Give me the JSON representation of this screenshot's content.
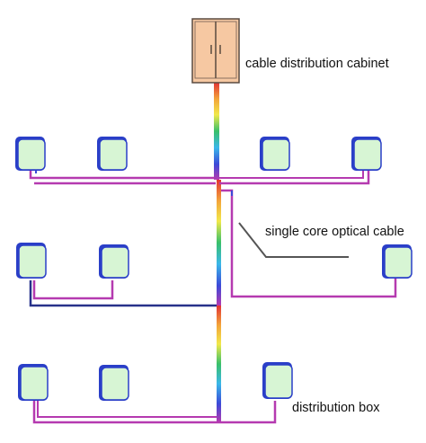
{
  "labels": {
    "cabinet": "cable distribution cabinet",
    "cable": "single core optical cable",
    "box": "distribution box"
  },
  "colors": {
    "background": "#ffffff",
    "cabinet_fill": "#f6c8a2",
    "cabinet_stroke": "#5a4a40",
    "box_fill": "#d7f5d4",
    "box_stroke": "#2a3fc8",
    "trunk_blue": "#27318a",
    "feeder_magenta": "#b53ab0",
    "fiber_gradient": [
      "#e23434",
      "#f3a53a",
      "#f1e84a",
      "#39c06a",
      "#3ab7e9",
      "#3b4ad8",
      "#b53ab0"
    ],
    "pointer": "#555555"
  },
  "icons": [
    "cabinet-icon",
    "distribution-box-icon"
  ]
}
